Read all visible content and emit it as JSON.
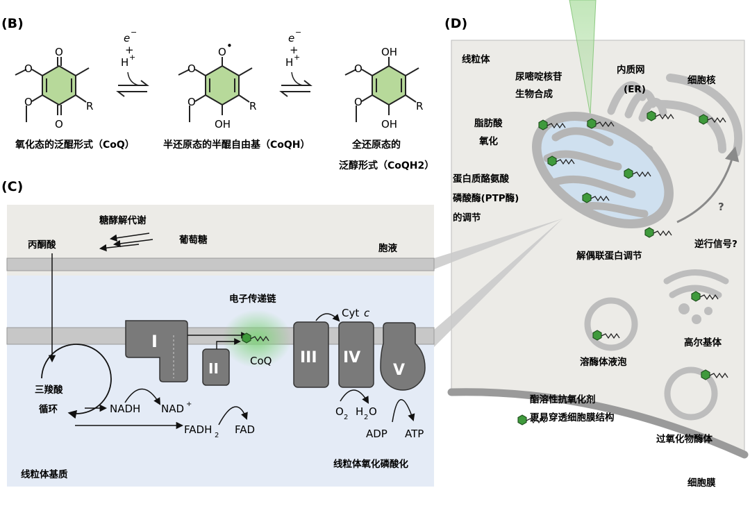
{
  "panel_b": {
    "label": "(B)",
    "step1": {
      "e": "e",
      "minus": "−",
      "plus": "+",
      "h": "H",
      "hplus": "+"
    },
    "step2": {
      "e": "e",
      "minus": "−",
      "plus": "+",
      "h": "H",
      "hplus": "+"
    },
    "mol1": {
      "top": "O",
      "bottom": "O",
      "r": "R",
      "caption": "氧化态的泛醌形式（CoQ）"
    },
    "mol2": {
      "top": "O",
      "radical": "•",
      "bottom": "OH",
      "r": "R",
      "caption": "半还原态的半醌自由基（CoQH）"
    },
    "mol3": {
      "top": "OH",
      "bottom": "OH",
      "r": "R",
      "caption1": "全还原态的",
      "caption2": "泛醇形式（CoQH2）"
    }
  },
  "panel_c": {
    "label": "(C)",
    "glycolysis": "糖酵解代谢",
    "pyruvate": "丙酮酸",
    "glucose": "葡萄糖",
    "cytosol": "胞液",
    "etc": "电子传递链",
    "cytc": "Cyt",
    "cytc_italic": "c",
    "complexes": [
      "I",
      "II",
      "III",
      "IV",
      "V"
    ],
    "coq": "CoQ",
    "tca1": "三羧酸",
    "tca2": "循环",
    "nadh": "NADH",
    "nad": "NAD",
    "nad_sup": "+",
    "fadh": "FADH",
    "fadh_sub": "2",
    "fad": "FAD",
    "o2": "O",
    "o2_sub": "2",
    "h2o": "H",
    "h2o_sub": "2",
    "h2o_o": "O",
    "adp": "ADP",
    "atp": "ATP",
    "matrix": "线粒体基质",
    "oxphos": "线粒体氧化磷酸化"
  },
  "panel_d": {
    "label": "(D)",
    "mito": "线粒体",
    "pyrimidine1": "尿嘧啶核苷",
    "pyrimidine2": "生物合成",
    "er1": "内质网",
    "er2": "(ER)",
    "nucleus": "细胞核",
    "fatty1": "脂肪酸",
    "fatty2": "氧化",
    "ptp1": "蛋白质酪氨酸",
    "ptp2": "磷酸酶(PTP酶)",
    "ptp3": "的调节",
    "question": "?",
    "retro": "逆行信号?",
    "ucp": "解偶联蛋白调节",
    "golgi": "高尔基体",
    "lysosome": "溶酶体液泡",
    "lipo1": "酯溶性抗氧化剂",
    "lipo2": "更易穿透细胞膜结构",
    "peroxisome": "过氧化物酶体",
    "membrane": "细胞膜"
  },
  "colors": {
    "ring_fill": "#b7d99a",
    "hexagon": "#3f9a3c",
    "panel_bg": "#ecebe7",
    "matrix_bg": "#e4ebf6",
    "membrane": "#bdbdbd",
    "complex": "#7a7a7a",
    "mito_inner": "#cfe0ef",
    "glow": "#7ed37a"
  }
}
